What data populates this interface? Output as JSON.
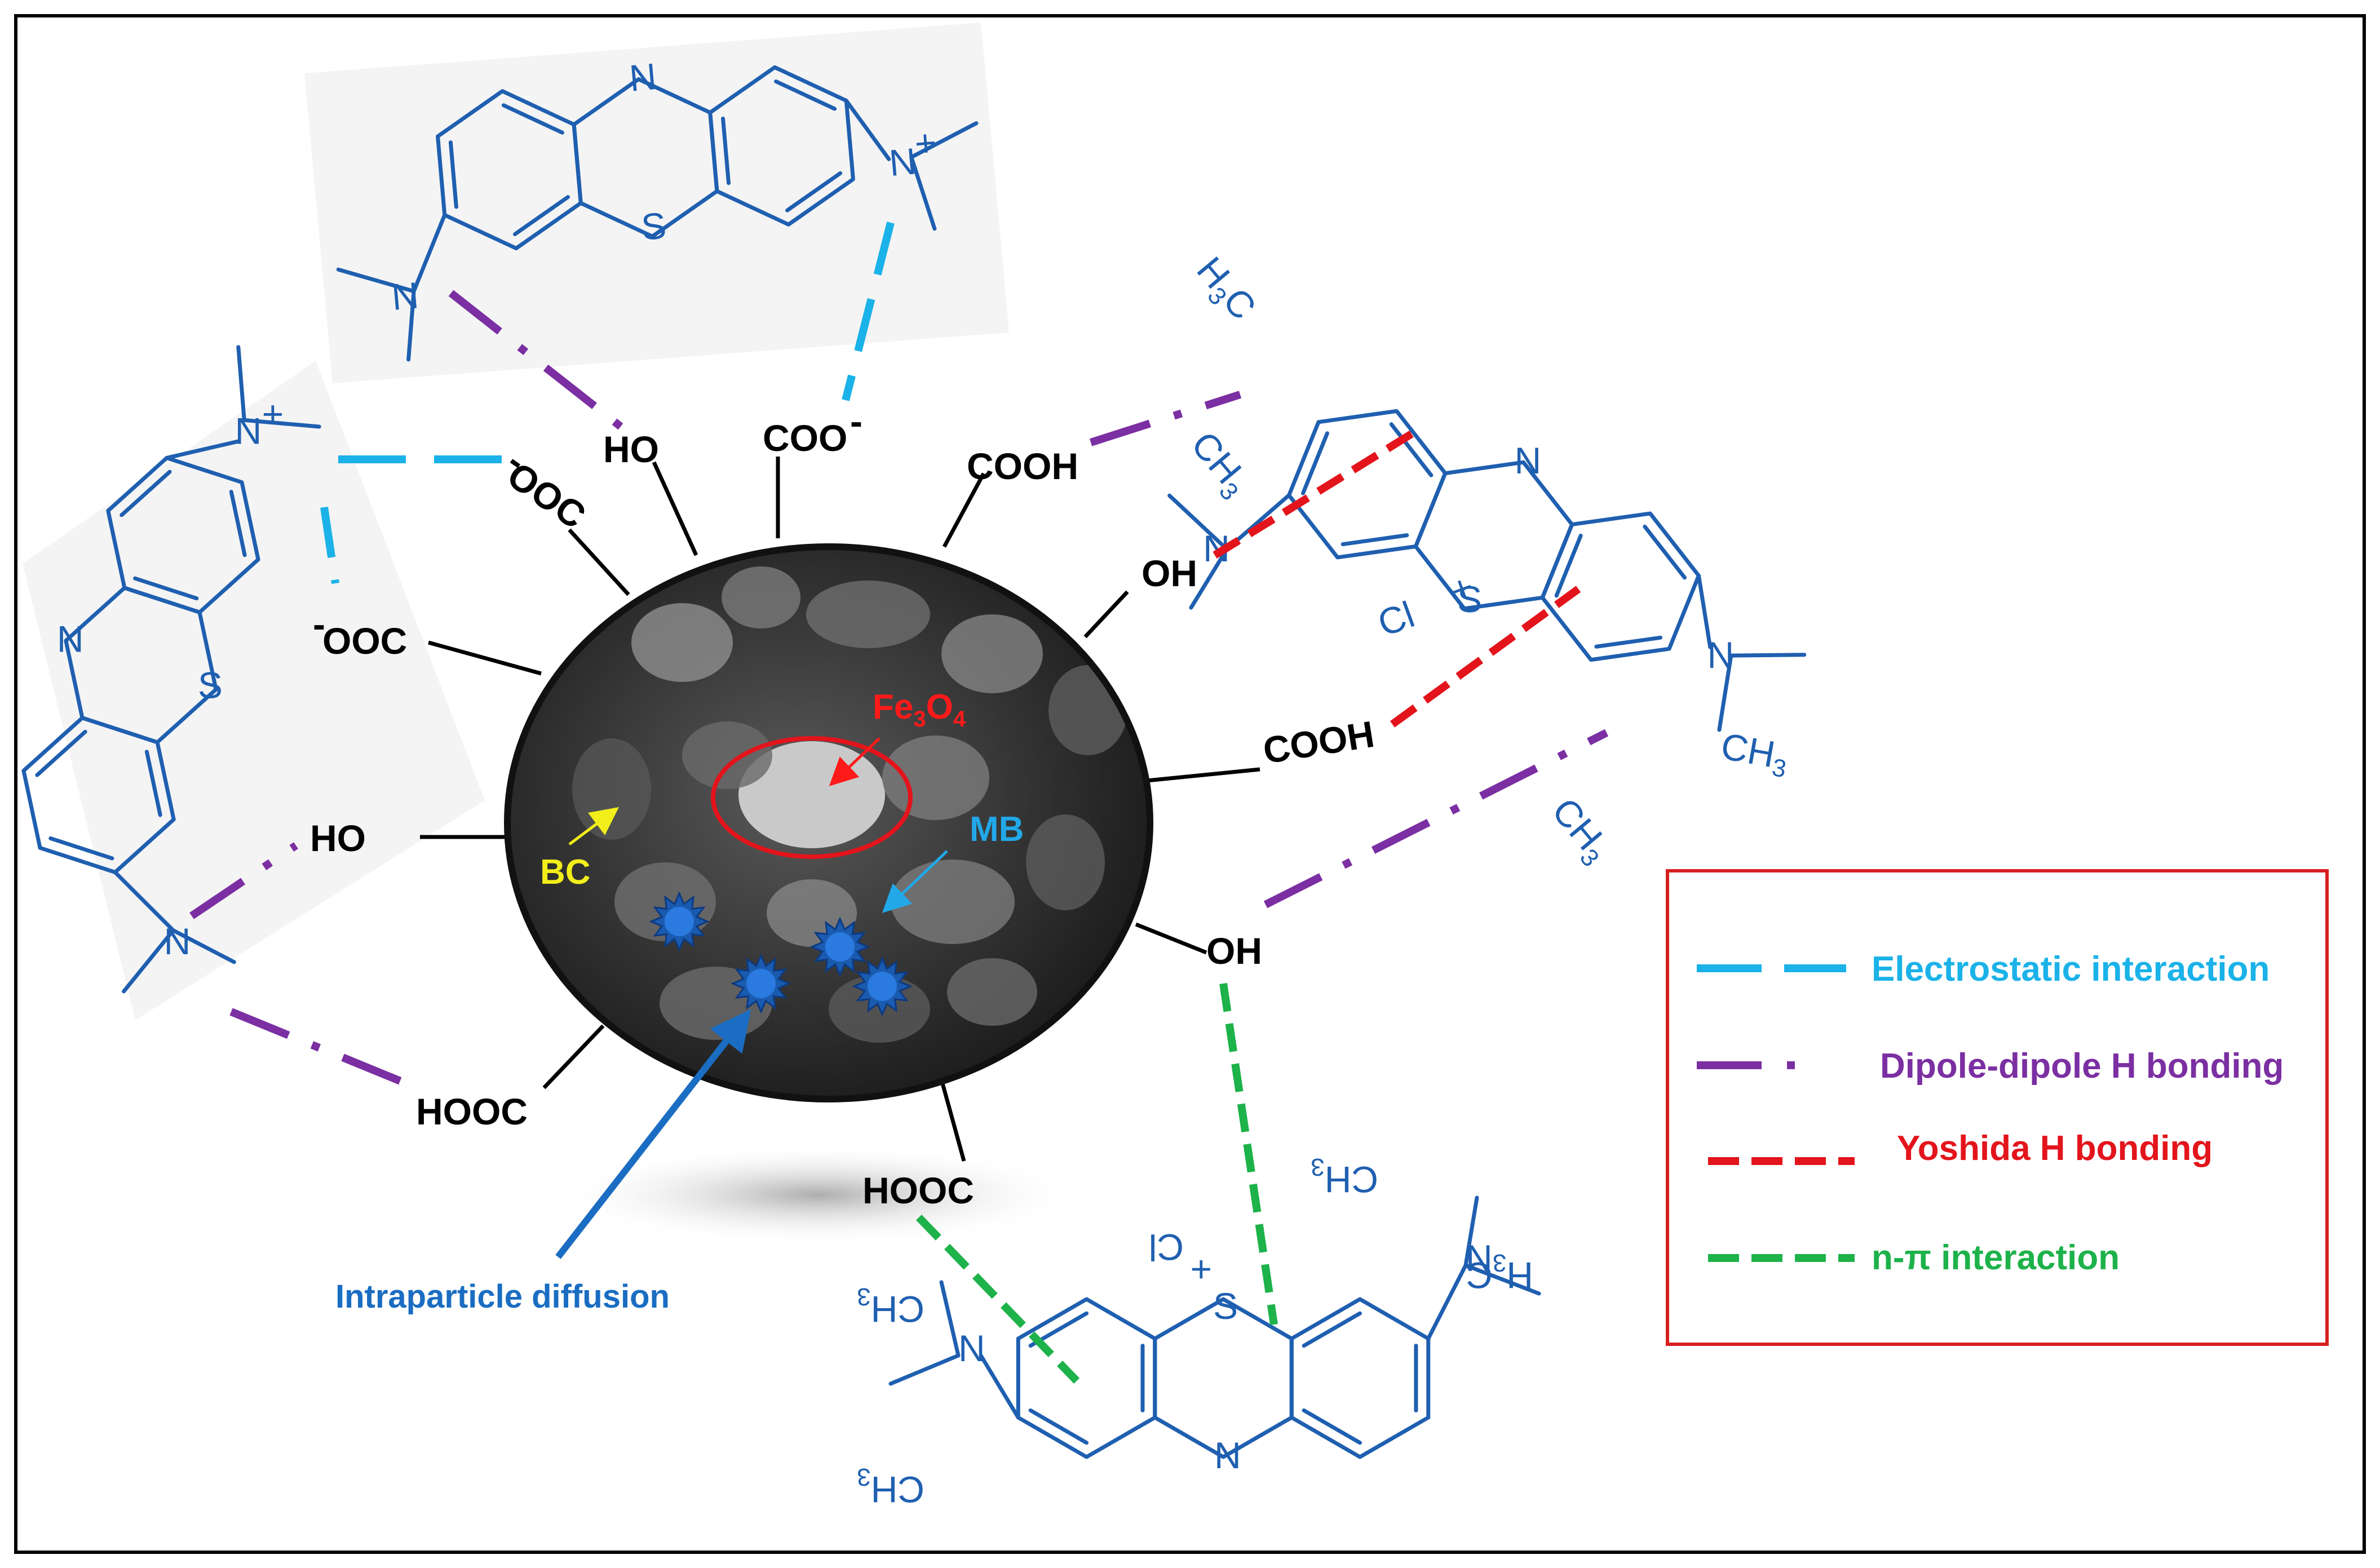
{
  "colors": {
    "electrostatic": "#1ab2e8",
    "dipole": "#7b2fa2",
    "yoshida": "#e3141b",
    "n_pi": "#1db24a",
    "molecule": "#1f5fb0",
    "legend_border": "#d62020",
    "bc_label": "#f2ee1a",
    "fe3o4_label": "#ff1a1a",
    "mb_label": "#22a8e8",
    "diffusion": "#1a6dc2"
  },
  "particle": {
    "labels": {
      "bc": "BC",
      "fe3o4_main": "Fe",
      "fe3o4_sub1": "3",
      "fe3o4_o": "O",
      "fe3o4_sub2": "4",
      "mb": "MB"
    }
  },
  "functional_groups": [
    {
      "id": "ho-top",
      "text": "HO"
    },
    {
      "id": "coo-top",
      "text": "COO"
    },
    {
      "id": "cooh-top",
      "text": "COOH"
    },
    {
      "id": "ooc-upper-left",
      "text": "OOC"
    },
    {
      "id": "ooc-left",
      "text": "OOC"
    },
    {
      "id": "oh-right",
      "text": "OH"
    },
    {
      "id": "cooh-right",
      "text": "COOH"
    },
    {
      "id": "ho-left",
      "text": "HO"
    },
    {
      "id": "oh-lower-right",
      "text": "OH"
    },
    {
      "id": "hooc-lower-left",
      "text": "HOOC"
    },
    {
      "id": "hooc-bottom",
      "text": "HOOC"
    }
  ],
  "charge": {
    "minus": "-",
    "plus": "+"
  },
  "molecule_labels": {
    "n": "N",
    "s": "S",
    "cl": "Cl",
    "ch": "CH",
    "h": "H",
    "c": "C",
    "sub3": "3"
  },
  "annotations": {
    "intraparticle": "Intraparticle diffusion"
  },
  "legend": [
    {
      "text": "Electrostatic interaction",
      "style": "electrostatic"
    },
    {
      "text": "Dipole-dipole H bonding",
      "style": "dipole"
    },
    {
      "text": "Yoshida H bonding",
      "style": "yoshida"
    },
    {
      "text": "n-π interaction",
      "style": "n_pi"
    }
  ]
}
